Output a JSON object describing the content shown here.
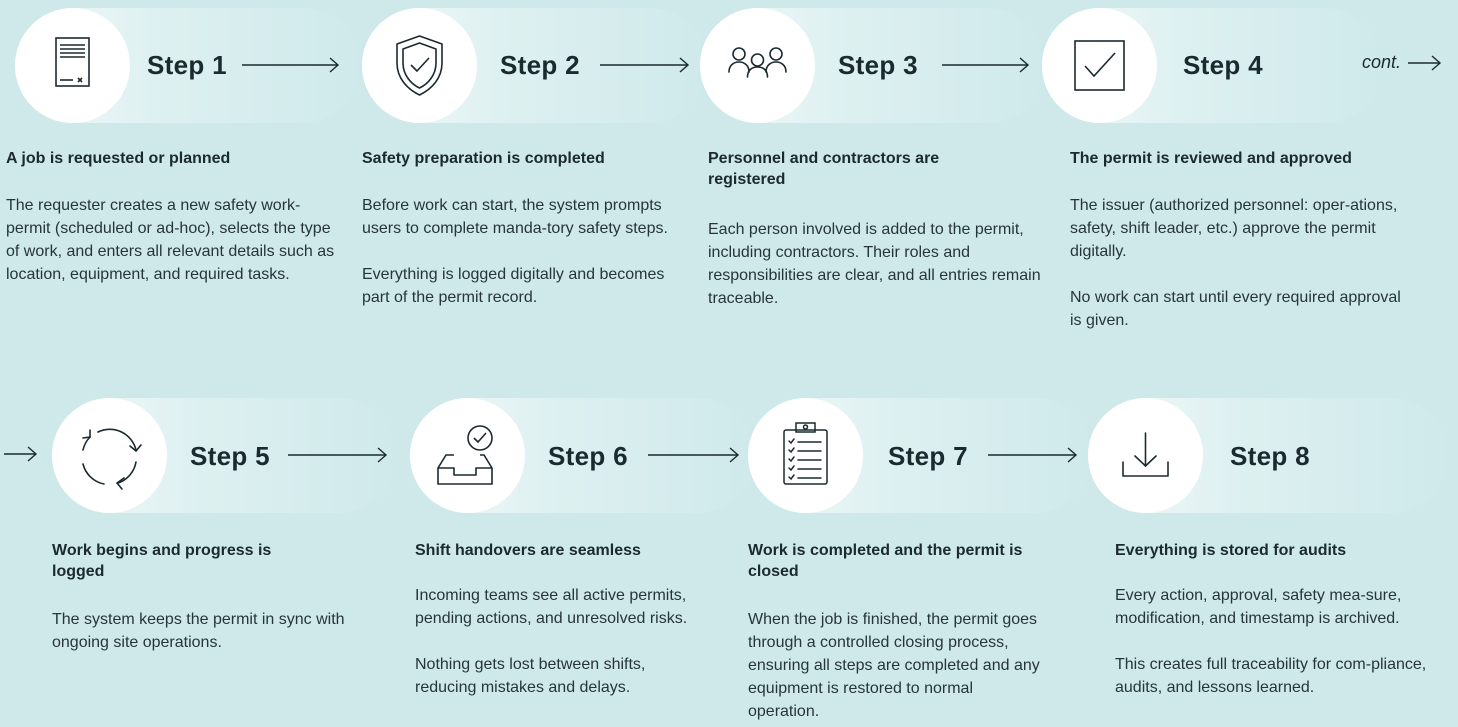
{
  "continuation": "cont.",
  "steps": [
    {
      "label": "Step 1",
      "icon": "document-icon",
      "title": "A job is requested or planned",
      "body": [
        "The requester creates a new safety work-permit (scheduled or ad-hoc), selects the type of work, and enters all relevant details such as location, equipment, and required tasks."
      ]
    },
    {
      "label": "Step 2",
      "icon": "shield-check-icon",
      "title": "Safety preparation is completed",
      "body": [
        "Before work can start, the system prompts users to complete manda-tory safety steps.",
        "Everything is logged digitally and becomes part of the permit record."
      ]
    },
    {
      "label": "Step 3",
      "icon": "people-icon",
      "title": "Personnel and contractors are registered",
      "body": [
        "Each person involved is added to the permit, including contractors. Their roles and responsibilities are clear, and all entries remain traceable."
      ]
    },
    {
      "label": "Step 4",
      "icon": "checkbox-icon",
      "title": "The permit is reviewed and approved",
      "body": [
        "The issuer (authorized personnel: oper-ations, safety, shift leader, etc.) approve the permit digitally.",
        "No work can start until every required approval is given."
      ]
    },
    {
      "label": "Step 5",
      "icon": "sync-icon",
      "title": "Work begins and progress is logged",
      "body": [
        "The system keeps the permit in sync with ongoing site operations."
      ]
    },
    {
      "label": "Step 6",
      "icon": "inbox-check-icon",
      "title": "Shift handovers are seamless",
      "body": [
        "Incoming teams see all active permits, pending actions, and unresolved risks.",
        "Nothing gets lost between shifts, reducing mistakes and delays."
      ]
    },
    {
      "label": "Step 7",
      "icon": "clipboard-checklist-icon",
      "title": "Work is completed and the permit is closed",
      "body": [
        "When the job is finished, the permit goes through a controlled closing process, ensuring all steps are completed and any equipment is restored to normal operation."
      ]
    },
    {
      "label": "Step 8",
      "icon": "download-archive-icon",
      "title": "Everything is stored for audits",
      "body": [
        "Every action, approval, safety mea-sure, modification, and timestamp is archived.",
        "This creates full traceability for com-pliance, audits, and lessons learned."
      ]
    }
  ]
}
